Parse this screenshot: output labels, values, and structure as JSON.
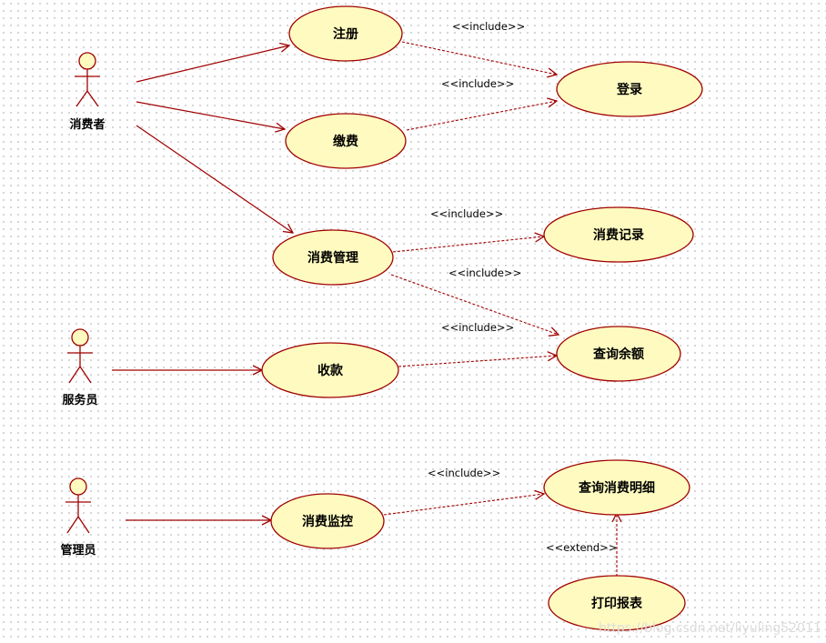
{
  "actors": {
    "consumer": "消费者",
    "waiter": "服务员",
    "admin": "管理员"
  },
  "use_cases": {
    "register": "注册",
    "login": "登录",
    "pay": "缴费",
    "consume_manage": "消费管理",
    "consume_record": "消费记录",
    "query_balance": "查询余额",
    "collect": "收款",
    "consume_monitor": "消费监控",
    "query_detail": "查询消费明细",
    "print_report": "打印报表"
  },
  "stereotypes": {
    "include": "<<include>>",
    "extend": "<<extend>>"
  },
  "watermark": "https://blog.csdn.net/liyuling52011",
  "colors": {
    "usecase_fill": "#fffbc0",
    "line": "#a00000"
  }
}
